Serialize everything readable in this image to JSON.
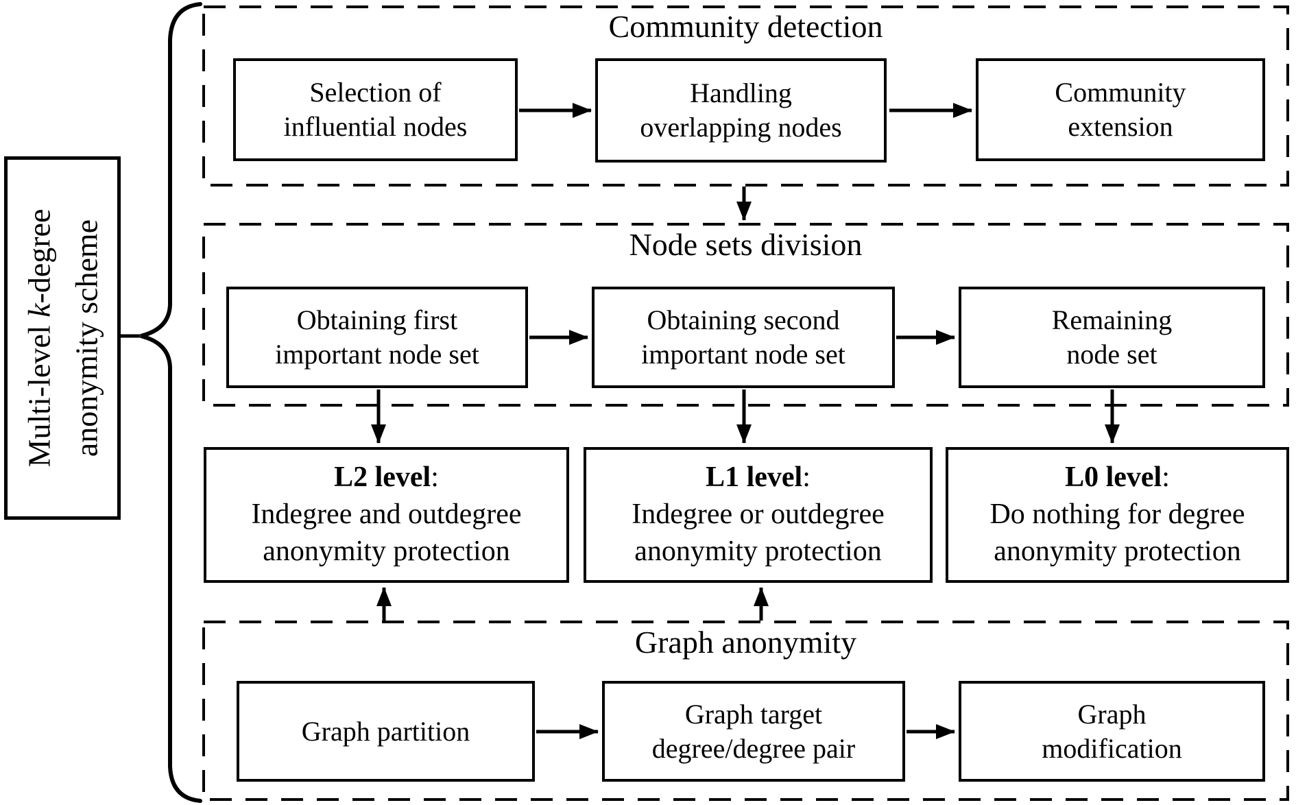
{
  "sidebar": {
    "title": {
      "pre": "Multi-level ",
      "italic": "k",
      "post": "-degree",
      "line2": "anonymity scheme"
    }
  },
  "groups": [
    {
      "title": "Community detection",
      "boxes": [
        "Selection of\ninfluential nodes",
        "Handling\noverlapping nodes",
        "Community\nextension"
      ]
    },
    {
      "title": "Node sets division",
      "boxes": [
        "Obtaining first\nimportant node set",
        "Obtaining second\nimportant node set",
        "Remaining\nnode set"
      ]
    },
    {
      "title": "Graph anonymity",
      "boxes": [
        "Graph partition",
        "Graph target\ndegree/degree pair",
        "Graph\nmodification"
      ]
    }
  ],
  "levels": [
    {
      "name": "L2 level",
      "colon": ":",
      "desc": "Indegree and outdegree\nanonymity protection"
    },
    {
      "name": "L1 level",
      "colon": ":",
      "desc": "Indegree or outdegree\nanonymity protection"
    },
    {
      "name": "L0 level",
      "colon": ":",
      "desc": "Do nothing for degree\nanonymity protection"
    }
  ],
  "colors": {
    "line": "#000000",
    "background": "#ffffff"
  }
}
